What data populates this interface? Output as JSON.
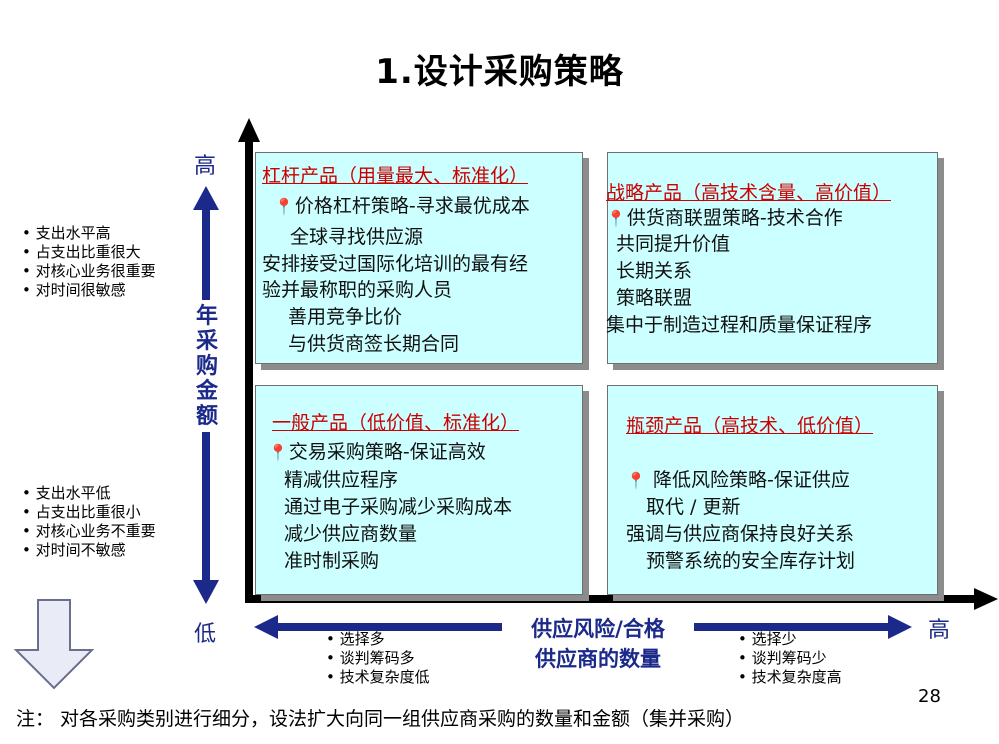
{
  "title": "1.设计采购策略",
  "y_axis": {
    "high": "高",
    "low": "低",
    "label_chars": [
      "年",
      "采",
      "购",
      "金",
      "额"
    ]
  },
  "x_axis": {
    "high": "高",
    "label_line1": "供应风险/合格",
    "label_line2": "供应商的数量"
  },
  "left_high_bullets": [
    "支出水平高",
    "占支出比重很大",
    "对核心业务很重要",
    "对时间很敏感"
  ],
  "left_low_bullets": [
    "支出水平低",
    "占支出比重很小",
    "对核心业务不重要",
    "对时间不敏感"
  ],
  "bottom_left_bullets": [
    "选择多",
    "谈判筹码多",
    "技术复杂度低"
  ],
  "bottom_right_bullets": [
    "选择少",
    "谈判筹码少",
    "技术复杂度高"
  ],
  "quadrants": {
    "leverage": {
      "title": "杠杆产品（用量最大、标准化）",
      "lines": [
        "价格杠杆策略-寻求最优成本",
        "全球寻找供应源",
        "安排接受过国际化培训的最有经",
        "验并最称职的采购人员",
        "善用竞争比价",
        "与供货商签长期合同"
      ]
    },
    "strategic": {
      "title": "战略产品（高技术含量、高价值）",
      "lines": [
        "供货商联盟策略-技术合作",
        "共同提升价值",
        "长期关系",
        "策略联盟",
        "集中于制造过程和质量保证程序"
      ]
    },
    "routine": {
      "title": "一般产品（低价值、标准化）",
      "lines": [
        "交易采购策略-保证高效",
        "精减供应程序",
        "通过电子采购减少采购成本",
        "减少供应商数量",
        "准时制采购"
      ]
    },
    "bottleneck": {
      "title": "瓶颈产品（高技术、低价值）",
      "lines": [
        "降低风险策略-保证供应",
        "取代 / 更新",
        "强调与供应商保持良好关系",
        "预警系统的安全库存计划"
      ]
    }
  },
  "icons": {
    "strategy_marker": "pushpin-icon",
    "bullet": "dot-icon"
  },
  "page_number": "28",
  "note": "注：  对各采购类别进行细分，设法扩大向同一组供应商采购的数量和金额（集并采购）",
  "colors": {
    "quadrant_fill": "#ccffff",
    "arrow_blue": "#1b2a8a",
    "title_red": "#cc0000",
    "axis_black": "#000000"
  }
}
